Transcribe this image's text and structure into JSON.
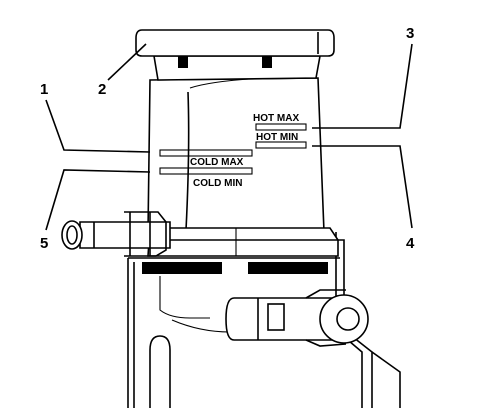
{
  "callouts": {
    "c1": "1",
    "c2": "2",
    "c3": "3",
    "c4": "4",
    "c5": "5"
  },
  "levels": {
    "hot_max": "HOT MAX",
    "hot_min": "HOT MIN",
    "cold_max": "COLD MAX",
    "cold_min": "COLD MIN"
  },
  "colors": {
    "ink": "#000000",
    "paper": "#ffffff"
  }
}
